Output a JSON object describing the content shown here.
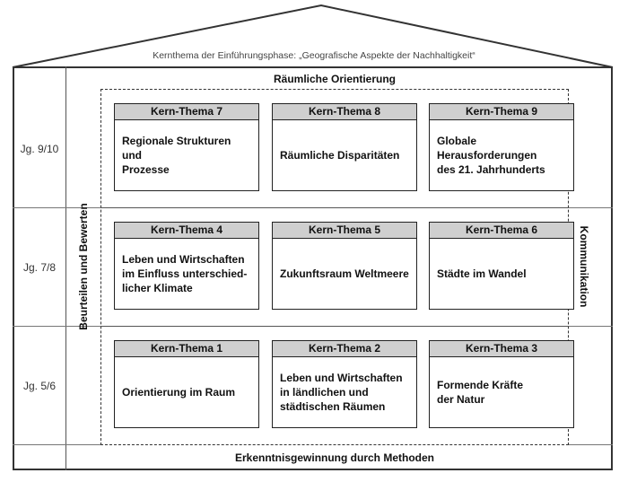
{
  "roof_title": "Kernthema der Einführungsphase: „Geografische Aspekte der Nachhaltigkeit“",
  "top_label": "Räumliche Orientierung",
  "bottom_label": "Erkenntnisgewinnung durch Methoden",
  "left_label": "Beurteilen und Bewerten",
  "right_label": "Kommunikation",
  "grades": [
    "Jg. 9/10",
    "Jg. 7/8",
    "Jg. 5/6"
  ],
  "rows": [
    [
      {
        "head": "Kern-Thema 7",
        "body": "Regionale Strukturen und\nProzesse"
      },
      {
        "head": "Kern-Thema 8",
        "body": "Räumliche Disparitäten"
      },
      {
        "head": "Kern-Thema 9",
        "body": "Globale\nHerausforderungen\ndes 21. Jahrhunderts"
      }
    ],
    [
      {
        "head": "Kern-Thema 4",
        "body": "Leben und Wirtschaften\nim Einfluss unterschied-\nlicher Klimate"
      },
      {
        "head": "Kern-Thema 5",
        "body": "Zukunftsraum Weltmeere"
      },
      {
        "head": "Kern-Thema 6",
        "body": "Städte im Wandel"
      }
    ],
    [
      {
        "head": "Kern-Thema 1",
        "body": "Orientierung im Raum"
      },
      {
        "head": "Kern-Thema 2",
        "body": "Leben und Wirtschaften\nin ländlichen und\nstädtischen Räumen"
      },
      {
        "head": "Kern-Thema 3",
        "body": "Formende Kräfte\nder Natur"
      }
    ]
  ]
}
